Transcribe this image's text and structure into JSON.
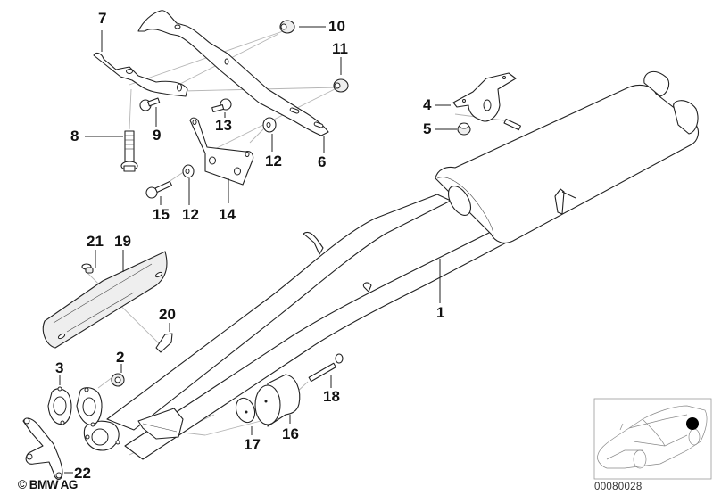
{
  "diagram": {
    "title": "Exhaust system parts diagram",
    "callouts": [
      {
        "id": "1",
        "label": "1",
        "part": "rear-muffler-with-pipes"
      },
      {
        "id": "2",
        "label": "2",
        "part": "nut"
      },
      {
        "id": "3",
        "label": "3",
        "part": "gasket"
      },
      {
        "id": "4",
        "label": "4",
        "part": "rubber-mount-bracket"
      },
      {
        "id": "5",
        "label": "5",
        "part": "rubber-bushing"
      },
      {
        "id": "6",
        "label": "6",
        "part": "hanger-bracket"
      },
      {
        "id": "7",
        "label": "7",
        "part": "clamp-bracket"
      },
      {
        "id": "8",
        "label": "8",
        "part": "bolt"
      },
      {
        "id": "9",
        "label": "9",
        "part": "screw"
      },
      {
        "id": "10",
        "label": "10",
        "part": "rubber-mount"
      },
      {
        "id": "11",
        "label": "11",
        "part": "rubber-mount"
      },
      {
        "id": "12a",
        "label": "12",
        "part": "washer"
      },
      {
        "id": "12b",
        "label": "12",
        "part": "washer"
      },
      {
        "id": "13",
        "label": "13",
        "part": "screw"
      },
      {
        "id": "14",
        "label": "14",
        "part": "bracket"
      },
      {
        "id": "15",
        "label": "15",
        "part": "screw"
      },
      {
        "id": "16",
        "label": "16",
        "part": "vibration-absorber"
      },
      {
        "id": "17",
        "label": "17",
        "part": "disc"
      },
      {
        "id": "18",
        "label": "18",
        "part": "bolt"
      },
      {
        "id": "19",
        "label": "19",
        "part": "heat-shield"
      },
      {
        "id": "20",
        "label": "20",
        "part": "clip"
      },
      {
        "id": "21",
        "label": "21",
        "part": "rivet"
      },
      {
        "id": "22",
        "label": "22",
        "part": "support-bracket"
      }
    ]
  },
  "copyright": "© BMW AG",
  "diagram_id": "00080028",
  "thumbnail": {
    "subject": "car-outline",
    "marker_location": "rear",
    "marker_color": "#000000"
  }
}
